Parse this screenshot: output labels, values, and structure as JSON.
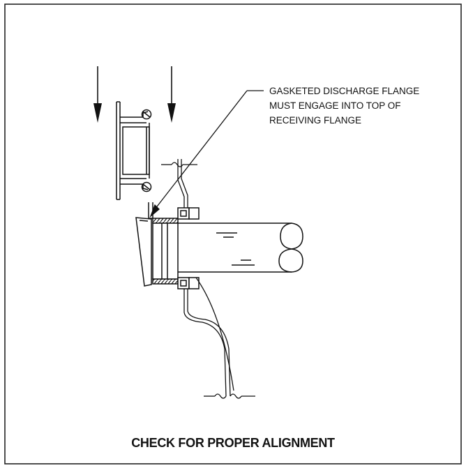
{
  "figure": {
    "callout_lines": [
      "GASKETED DISCHARGE FLANGE",
      "MUST ENGAGE INTO TOP OF",
      "RECEIVING FLANGE"
    ],
    "caption": "CHECK FOR PROPER ALIGNMENT",
    "colors": {
      "line": "#111111",
      "background": "#ffffff",
      "border": "#222222"
    },
    "icons": [
      "down-arrow-icon",
      "down-arrow-icon"
    ]
  }
}
